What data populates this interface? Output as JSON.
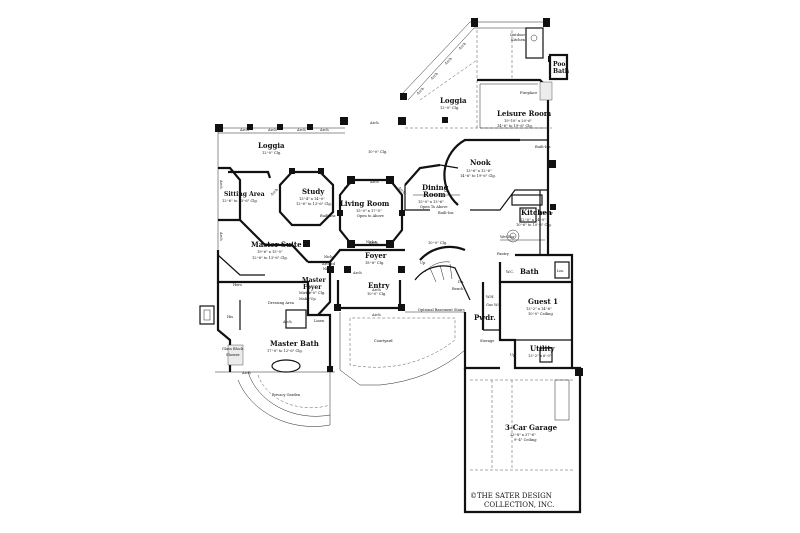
{
  "rooms": {
    "loggia_main": {
      "name": "Loggia",
      "dim": "12'-0\" Clg."
    },
    "loggia_left": {
      "name": "Loggia",
      "dim": "12'-0\" Clg."
    },
    "leisure_room": {
      "name": "Leisure Room",
      "dim1": "19'-10\" x 20'-6\"",
      "dim2": "14'-6\" to 19'-6\" Clg."
    },
    "nook": {
      "name": "Nook",
      "dim1": "13'-6\" x 12'-6\"",
      "dim2": "14'-6\" to 19'-6\" Clg."
    },
    "dining_room": {
      "name": "Dining",
      "name2": "Room",
      "dim1": "15'-0\" x 13'-6\"",
      "dim2": "Open To Above"
    },
    "living_room": {
      "name": "Living Room",
      "dim1": "15'-0\" x 17'-5\"",
      "dim2": "Open to Above"
    },
    "study": {
      "name": "Study",
      "dim1": "13'-4\" x 14'-0\"",
      "dim2": "12'-6\" to 13'-6\" Clg."
    },
    "sitting_area": {
      "name": "Sitting Area",
      "dim": "12'-6\" to 13'-6\" Clg."
    },
    "master_suite": {
      "name": "Master Suite",
      "dim1": "19'-6\" x 15'-5\"",
      "dim2": "12'-6\" to 13'-6\" Clg."
    },
    "foyer": {
      "name": "Foyer",
      "dim": "18'-8\" Clg."
    },
    "master_foyer": {
      "name": "Master",
      "name2": "Foyer",
      "dim": "12'-0\" Clg."
    },
    "entry": {
      "name": "Entry",
      "dim": "10'-0\" Clg."
    },
    "kitchen": {
      "name": "Kitchen",
      "dim1": "12'-0\" x 14'-0\"",
      "dim2": "10'-6\" to 10'-8\" Clg."
    },
    "bath": {
      "name": "Bath"
    },
    "guest1": {
      "name": "Guest 1",
      "dim1": "13'-2\" x 14'-6\"",
      "dim2": "10'-0\" Ceiling"
    },
    "pwdr": {
      "name": "Pwdr."
    },
    "utility": {
      "name": "Utility",
      "dim": "13'-2\" x 6'-0\""
    },
    "master_bath": {
      "name": "Master Bath",
      "dim": "17'-0\" to 12'-6\" Clg."
    },
    "garage": {
      "name": "3-Car Garage",
      "dim1": "23'-8\" x 37'-6\"",
      "dim2": "9'-4\" Ceiling"
    },
    "courtyard": {
      "name": "Courtyard"
    },
    "pool_bath": {
      "name": "Pool",
      "name2": "Bath"
    }
  },
  "labels": {
    "arch": "Arch",
    "outdoor_kitchen": "Outdoor",
    "outdoor_kitchen2": "Kitchen",
    "fireplace": "Fireplace",
    "built_ins": "Built-Ins",
    "built_ins2": "Built-Ins",
    "built_ins3": "Built-Ins",
    "clg_10": "10'-0\" Clg.",
    "clg_10b": "10'-0\" Clg.",
    "niche": "Niche",
    "niche2": "Niche",
    "arch_niche": "Arched",
    "arch_niche2": "Niche",
    "his": "His",
    "hers": "Hers",
    "dressing_area": "Dressing Area",
    "mirror": "Mirror",
    "make_up": "Make-Up",
    "linen": "Linen",
    "glass_block": "Glass Block",
    "shower": "Shower",
    "privacy_garden": "Privacy Garden",
    "bsmt_stairs": "Optional Basement Stairs",
    "storage": "Storage",
    "wc": "W.C.",
    "pantry": "Pantry",
    "pantry2": "Pantry",
    "wine_bar": "Wet Bar",
    "linen2": "Lin.",
    "bench": "Bench",
    "dn": "Dn.",
    "up": "Up",
    "gas_ws": "Gas W.S.",
    "wh": "W.H.",
    "up2": "Up"
  },
  "copyright": {
    "line1": "©THE SATER DESIGN",
    "line2": "COLLECTION, INC."
  }
}
